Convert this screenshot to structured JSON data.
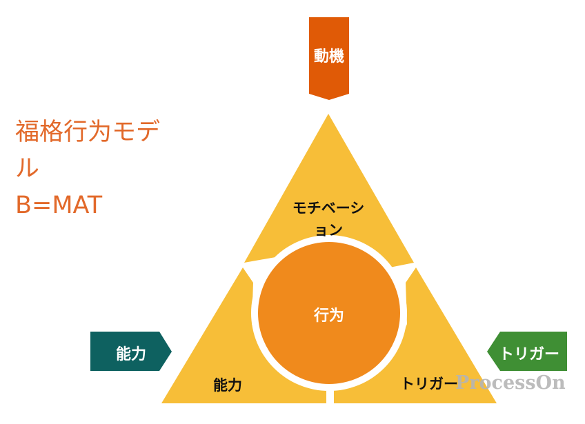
{
  "title": {
    "line1": "福格行为モデ",
    "line2": "ル",
    "line3": "B=MAT"
  },
  "badges": {
    "top": "動機",
    "left": "能力",
    "right": "トリガー"
  },
  "segments": {
    "top_line1": "モチベーシ",
    "top_line2": "ョン",
    "left": "能力",
    "right": "トリガー"
  },
  "center": "行为",
  "watermark": "ProcessOn",
  "colors": {
    "triangle": "#F7BE38",
    "circle": "#F08A1C",
    "top_badge": "#E05A06",
    "left_badge": "#0E6160",
    "right_badge": "#3F8F34",
    "title": "#E2692A"
  }
}
